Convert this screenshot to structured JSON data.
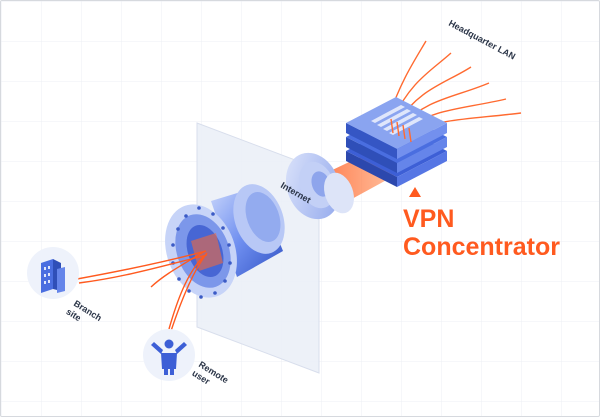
{
  "labels": {
    "headquarter_lan": "Headquarter LAN",
    "internet": "Internet",
    "vpn_line1": "VPN",
    "vpn_line2": "Concentrator",
    "branch_line1": "Branch",
    "branch_line2": "site",
    "remote_line1": "Remote",
    "remote_line2": "user"
  },
  "colors": {
    "accent": "#ff5a1f",
    "blue": "#4a6fe0",
    "blue_dark": "#2f4fb8",
    "blue_light": "#a9bdf5",
    "grid": "#edf0f5",
    "text": "#2a3447"
  },
  "icons": [
    "building-icon",
    "person-arms-up-icon",
    "server-icon",
    "tunnel-connector-icon"
  ]
}
